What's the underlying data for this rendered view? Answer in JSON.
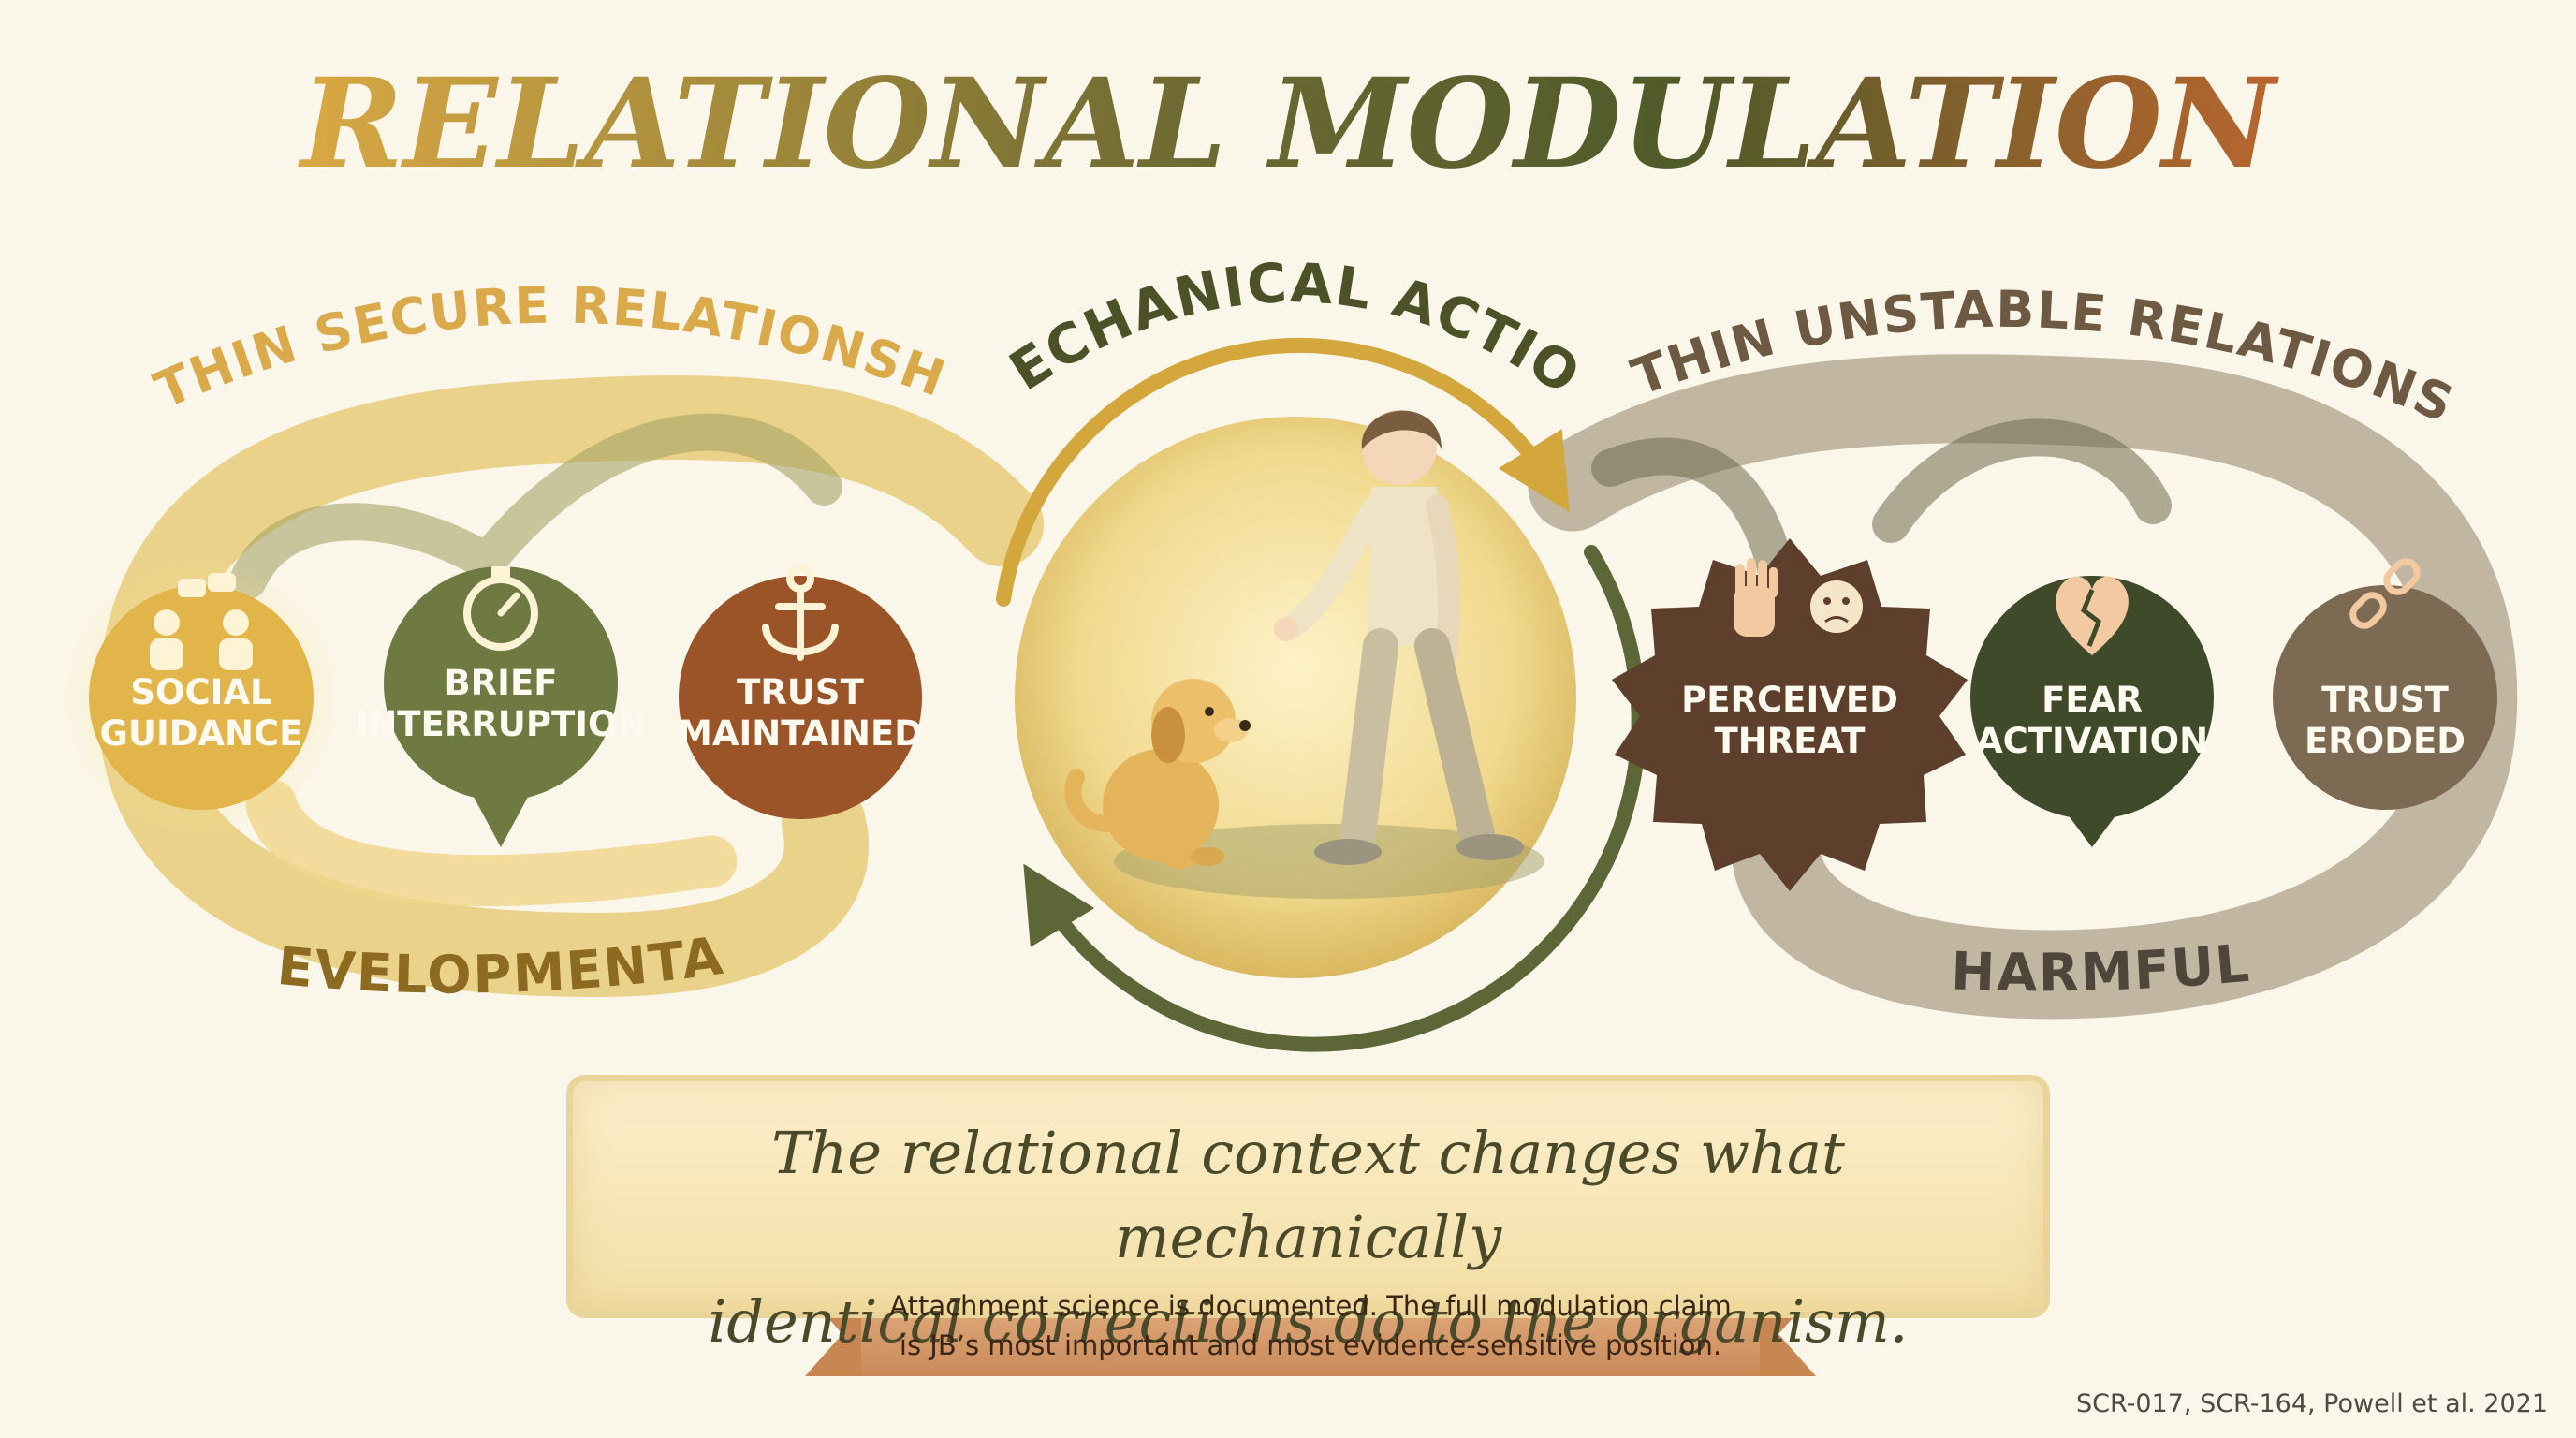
{
  "title": "RELATIONAL MODULATION",
  "center": {
    "label": "MECHANICAL ACTION"
  },
  "secure": {
    "label": "WITHIN SECURE RELATIONSHIP",
    "outcome": "DEVELOPMENTAL",
    "nodes": [
      {
        "line1": "SOCIAL",
        "line2": "GUIDANCE",
        "icon": "people-talking-icon",
        "color": "#e2b54a"
      },
      {
        "line1": "BRIEF",
        "line2": "INTERRUPTION",
        "icon": "stopwatch-icon",
        "color": "#6f7a42"
      },
      {
        "line1": "TRUST",
        "line2": "MAINTAINED",
        "icon": "anchor-icon",
        "color": "#9a5428"
      }
    ]
  },
  "unstable": {
    "label": "WITHIN UNSTABLE RELATIONSHIP",
    "outcome": "HARMFUL",
    "nodes": [
      {
        "line1": "PERCEIVED",
        "line2": "THREAT",
        "icon": "stop-hand-icon",
        "color": "#5e3f2c"
      },
      {
        "line1": "FEAR",
        "line2": "ACTIVATION",
        "icon": "broken-heart-icon",
        "color": "#3f4a2a"
      },
      {
        "line1": "TRUST",
        "line2": "ERODED",
        "icon": "broken-chain-icon",
        "color": "#7d6a52"
      }
    ]
  },
  "message": {
    "line1": "The relational context changes what mechanically",
    "line2": "identical corrections do to the organism."
  },
  "caveat": {
    "line1": "Attachment science is documented. The full modulation claim",
    "line2": "is JB’s most important and most evidence-sensitive position."
  },
  "source": "SCR-017, SCR-164, Powell et al. 2021",
  "colors": {
    "gold": "#d9ad45",
    "olive": "#5e6634",
    "brown": "#8d4f25",
    "taupe": "#8a7a62",
    "background": "#fbf6ea"
  }
}
